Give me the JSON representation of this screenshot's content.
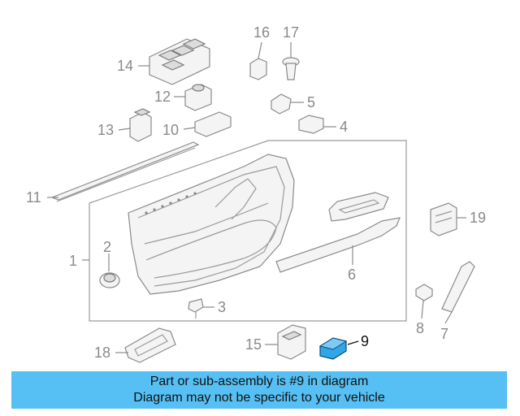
{
  "diagram": {
    "callouts": {
      "c1": "1",
      "c2": "2",
      "c3": "3",
      "c4": "4",
      "c5": "5",
      "c6": "6",
      "c7": "7",
      "c8": "8",
      "c9": "9",
      "c10": "10",
      "c11": "11",
      "c12": "12",
      "c13": "13",
      "c14": "14",
      "c15": "15",
      "c16": "16",
      "c17": "17",
      "c18": "18",
      "c19": "19"
    },
    "highlighted_part": "9",
    "highlight_color": "#2fa6e8"
  },
  "banner": {
    "line1": "Part or sub-assembly is #9 in diagram",
    "line2": "Diagram may not be specific to your vehicle",
    "background": "#56bff3"
  }
}
